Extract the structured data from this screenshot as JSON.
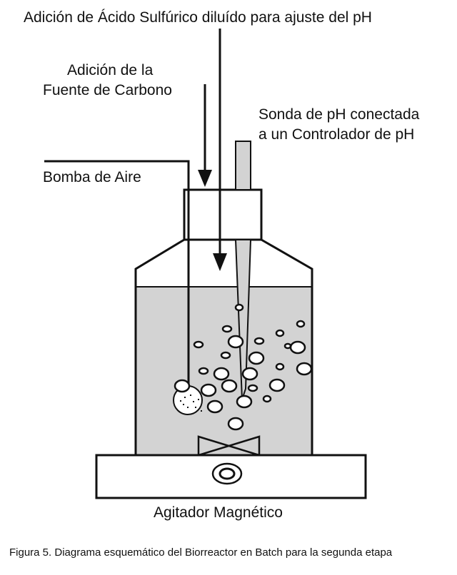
{
  "labels": {
    "acid_addition": "Adición de Ácido Sulfúrico diluído para ajuste del pH",
    "carbon_source_line1": "Adición de la",
    "carbon_source_line2": "Fuente de Carbono",
    "ph_probe_line1": "Sonda de pH conectada",
    "ph_probe_line2": "a un Controlador de pH",
    "air_pump": "Bomba de Aire",
    "magnetic_stirrer": "Agitador Magnético"
  },
  "caption": "Figura 5. Diagrama esquemático del Biorreactor en Batch para la segunda etapa",
  "colors": {
    "liquid": "#d3d3d3",
    "line": "#111111",
    "background": "#ffffff"
  }
}
